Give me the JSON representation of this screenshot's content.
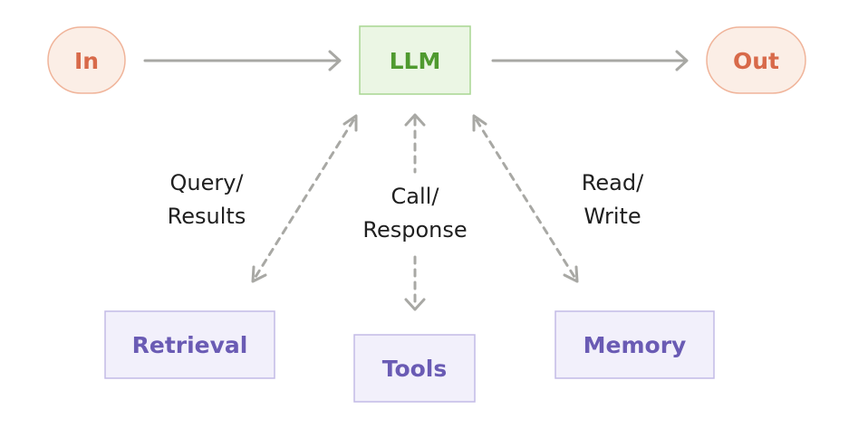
{
  "nodes": {
    "input": {
      "label": "In",
      "color": "#d86a4a",
      "fill": "#fbeee6",
      "stroke": "#f0b49a"
    },
    "llm": {
      "label": "LLM",
      "color": "#4f9a2f",
      "fill": "#ebf6e4",
      "stroke": "#a8d692"
    },
    "output": {
      "label": "Out",
      "color": "#d86a4a",
      "fill": "#fbeee6",
      "stroke": "#f0b49a"
    },
    "retrieval": {
      "label": "Retrieval",
      "color": "#6a5bb4",
      "fill": "#f2f0fb",
      "stroke": "#c3bbe6"
    },
    "tools": {
      "label": "Tools",
      "color": "#6a5bb4",
      "fill": "#f2f0fb",
      "stroke": "#c3bbe6"
    },
    "memory": {
      "label": "Memory",
      "color": "#6a5bb4",
      "fill": "#f2f0fb",
      "stroke": "#c3bbe6"
    }
  },
  "edges": {
    "retrieval": {
      "line1": "Query/",
      "line2": "Results"
    },
    "tools": {
      "line1": "Call/",
      "line2": "Response"
    },
    "memory": {
      "line1": "Read/",
      "line2": "Write"
    }
  },
  "colors": {
    "arrow": "#a8a8a4"
  }
}
